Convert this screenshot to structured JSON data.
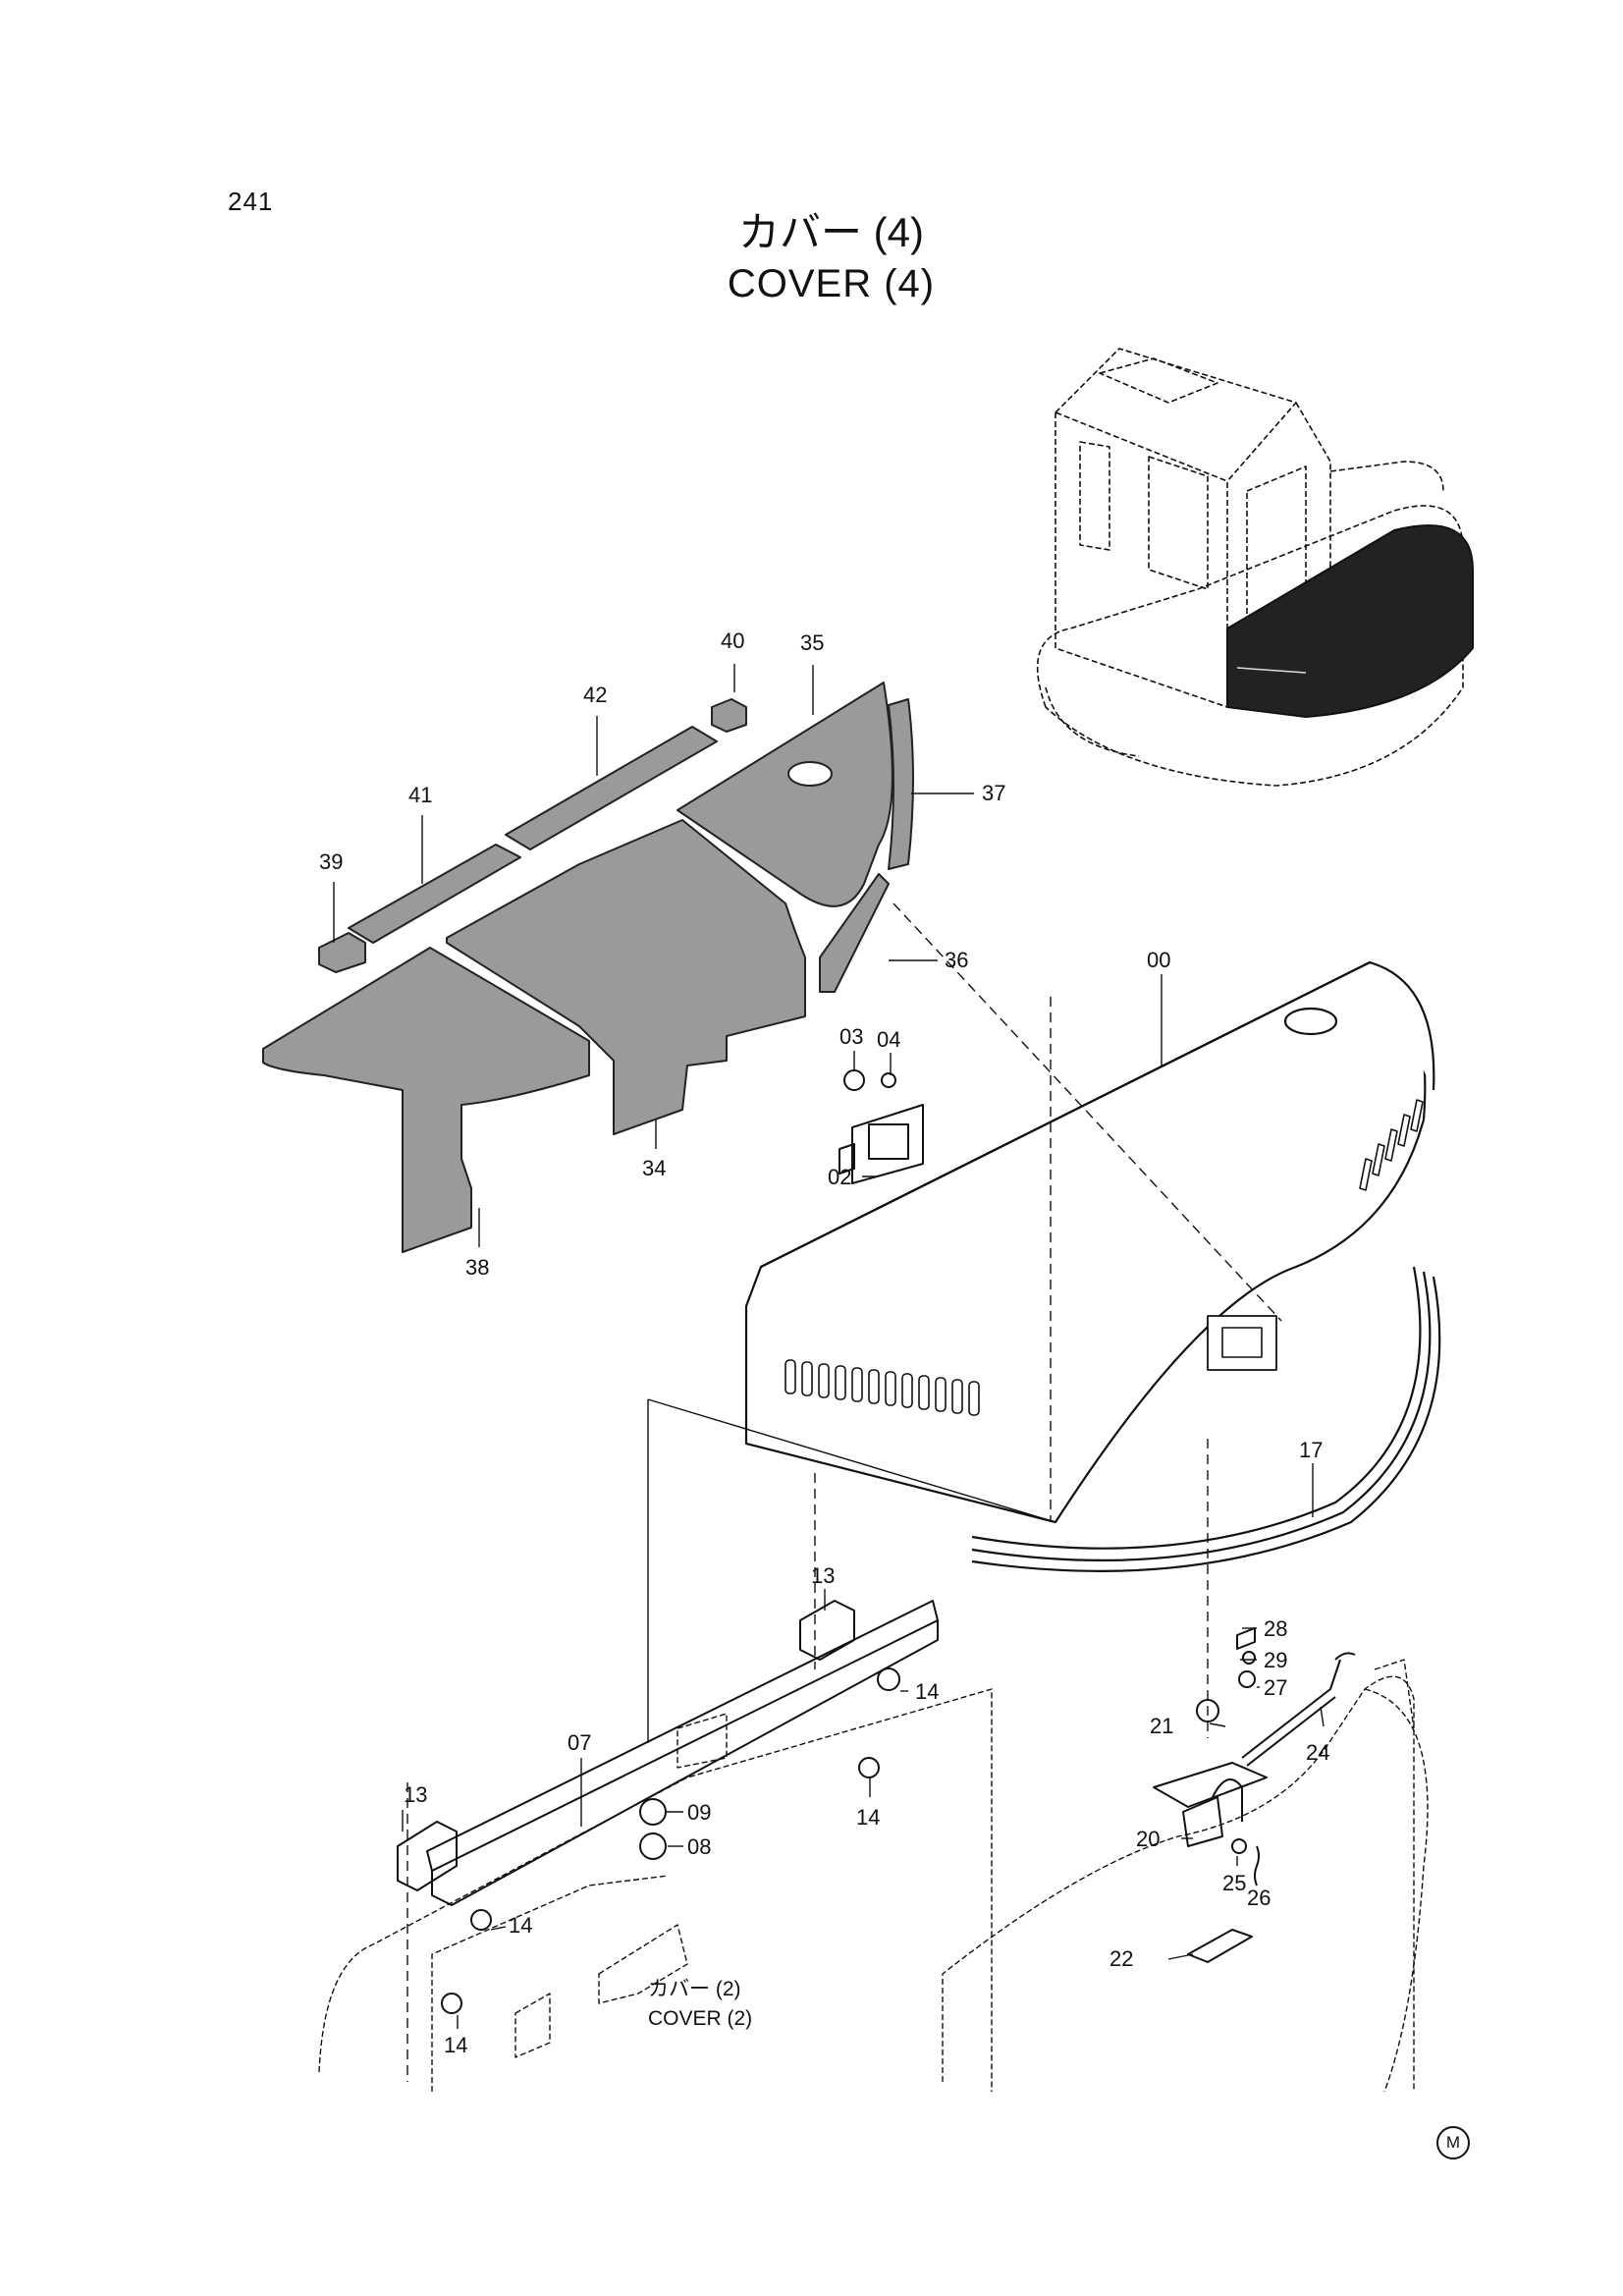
{
  "page_number": "241",
  "title": {
    "jp": "カバー (4)",
    "en": "COVER (4)"
  },
  "reference": {
    "jp": "カバー (2)",
    "en": "COVER (2)"
  },
  "parts": [
    {
      "id": "p40",
      "label": "40"
    },
    {
      "id": "p35",
      "label": "35"
    },
    {
      "id": "p42",
      "label": "42"
    },
    {
      "id": "p37",
      "label": "37"
    },
    {
      "id": "p41",
      "label": "41"
    },
    {
      "id": "p39",
      "label": "39"
    },
    {
      "id": "p36",
      "label": "36"
    },
    {
      "id": "p00",
      "label": "00"
    },
    {
      "id": "p03",
      "label": "03"
    },
    {
      "id": "p04",
      "label": "04"
    },
    {
      "id": "p02",
      "label": "02"
    },
    {
      "id": "p34",
      "label": "34"
    },
    {
      "id": "p38",
      "label": "38"
    },
    {
      "id": "p17",
      "label": "17"
    },
    {
      "id": "p13a",
      "label": "13"
    },
    {
      "id": "p28",
      "label": "28"
    },
    {
      "id": "p29",
      "label": "29"
    },
    {
      "id": "p27",
      "label": "27"
    },
    {
      "id": "p14a",
      "label": "14"
    },
    {
      "id": "p07",
      "label": "07"
    },
    {
      "id": "p21",
      "label": "21"
    },
    {
      "id": "p24",
      "label": "24"
    },
    {
      "id": "p14b",
      "label": "14"
    },
    {
      "id": "p13b",
      "label": "13"
    },
    {
      "id": "p09",
      "label": "09"
    },
    {
      "id": "p20",
      "label": "20"
    },
    {
      "id": "p08",
      "label": "08"
    },
    {
      "id": "p25",
      "label": "25"
    },
    {
      "id": "p26",
      "label": "26"
    },
    {
      "id": "p14c",
      "label": "14"
    },
    {
      "id": "p22",
      "label": "22"
    },
    {
      "id": "p14d",
      "label": "14"
    }
  ],
  "mark": "M"
}
